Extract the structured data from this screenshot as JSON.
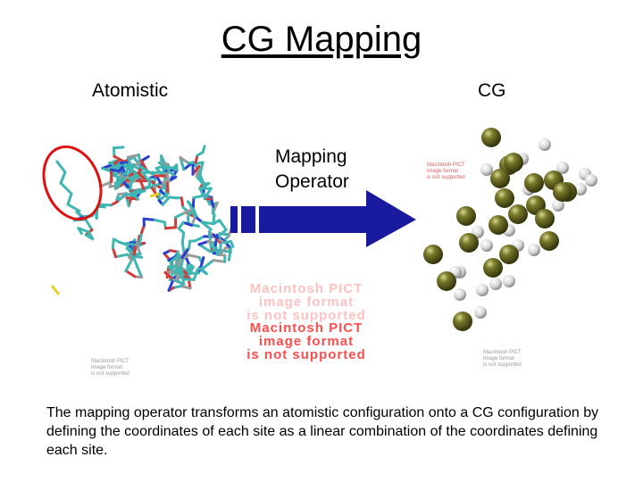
{
  "title": "CG Mapping",
  "labels": {
    "atomistic": "Atomistic",
    "cg": "CG",
    "operator_line1": "Mapping",
    "operator_line2": "Operator"
  },
  "pict_placeholder": {
    "big_text": [
      "Macintosh PICT",
      "image format",
      "is not supported"
    ],
    "small_text": [
      "Macintosh PICT",
      "image format",
      "is not supported"
    ]
  },
  "caption": "The mapping operator transforms an atomistic configuration onto a CG configuration by defining the coordinates of each site as a linear combination of the coordinates defining each site.",
  "colors": {
    "arrow": "#1a1a9e",
    "highlight_circle": "#e01010",
    "cg_site_dark": "#6b6b22",
    "cg_site_light": "#e6e6e6",
    "bond_teal": "#3fb6b2",
    "bond_red": "#d23a3a",
    "bond_blue": "#2a3fd0"
  }
}
